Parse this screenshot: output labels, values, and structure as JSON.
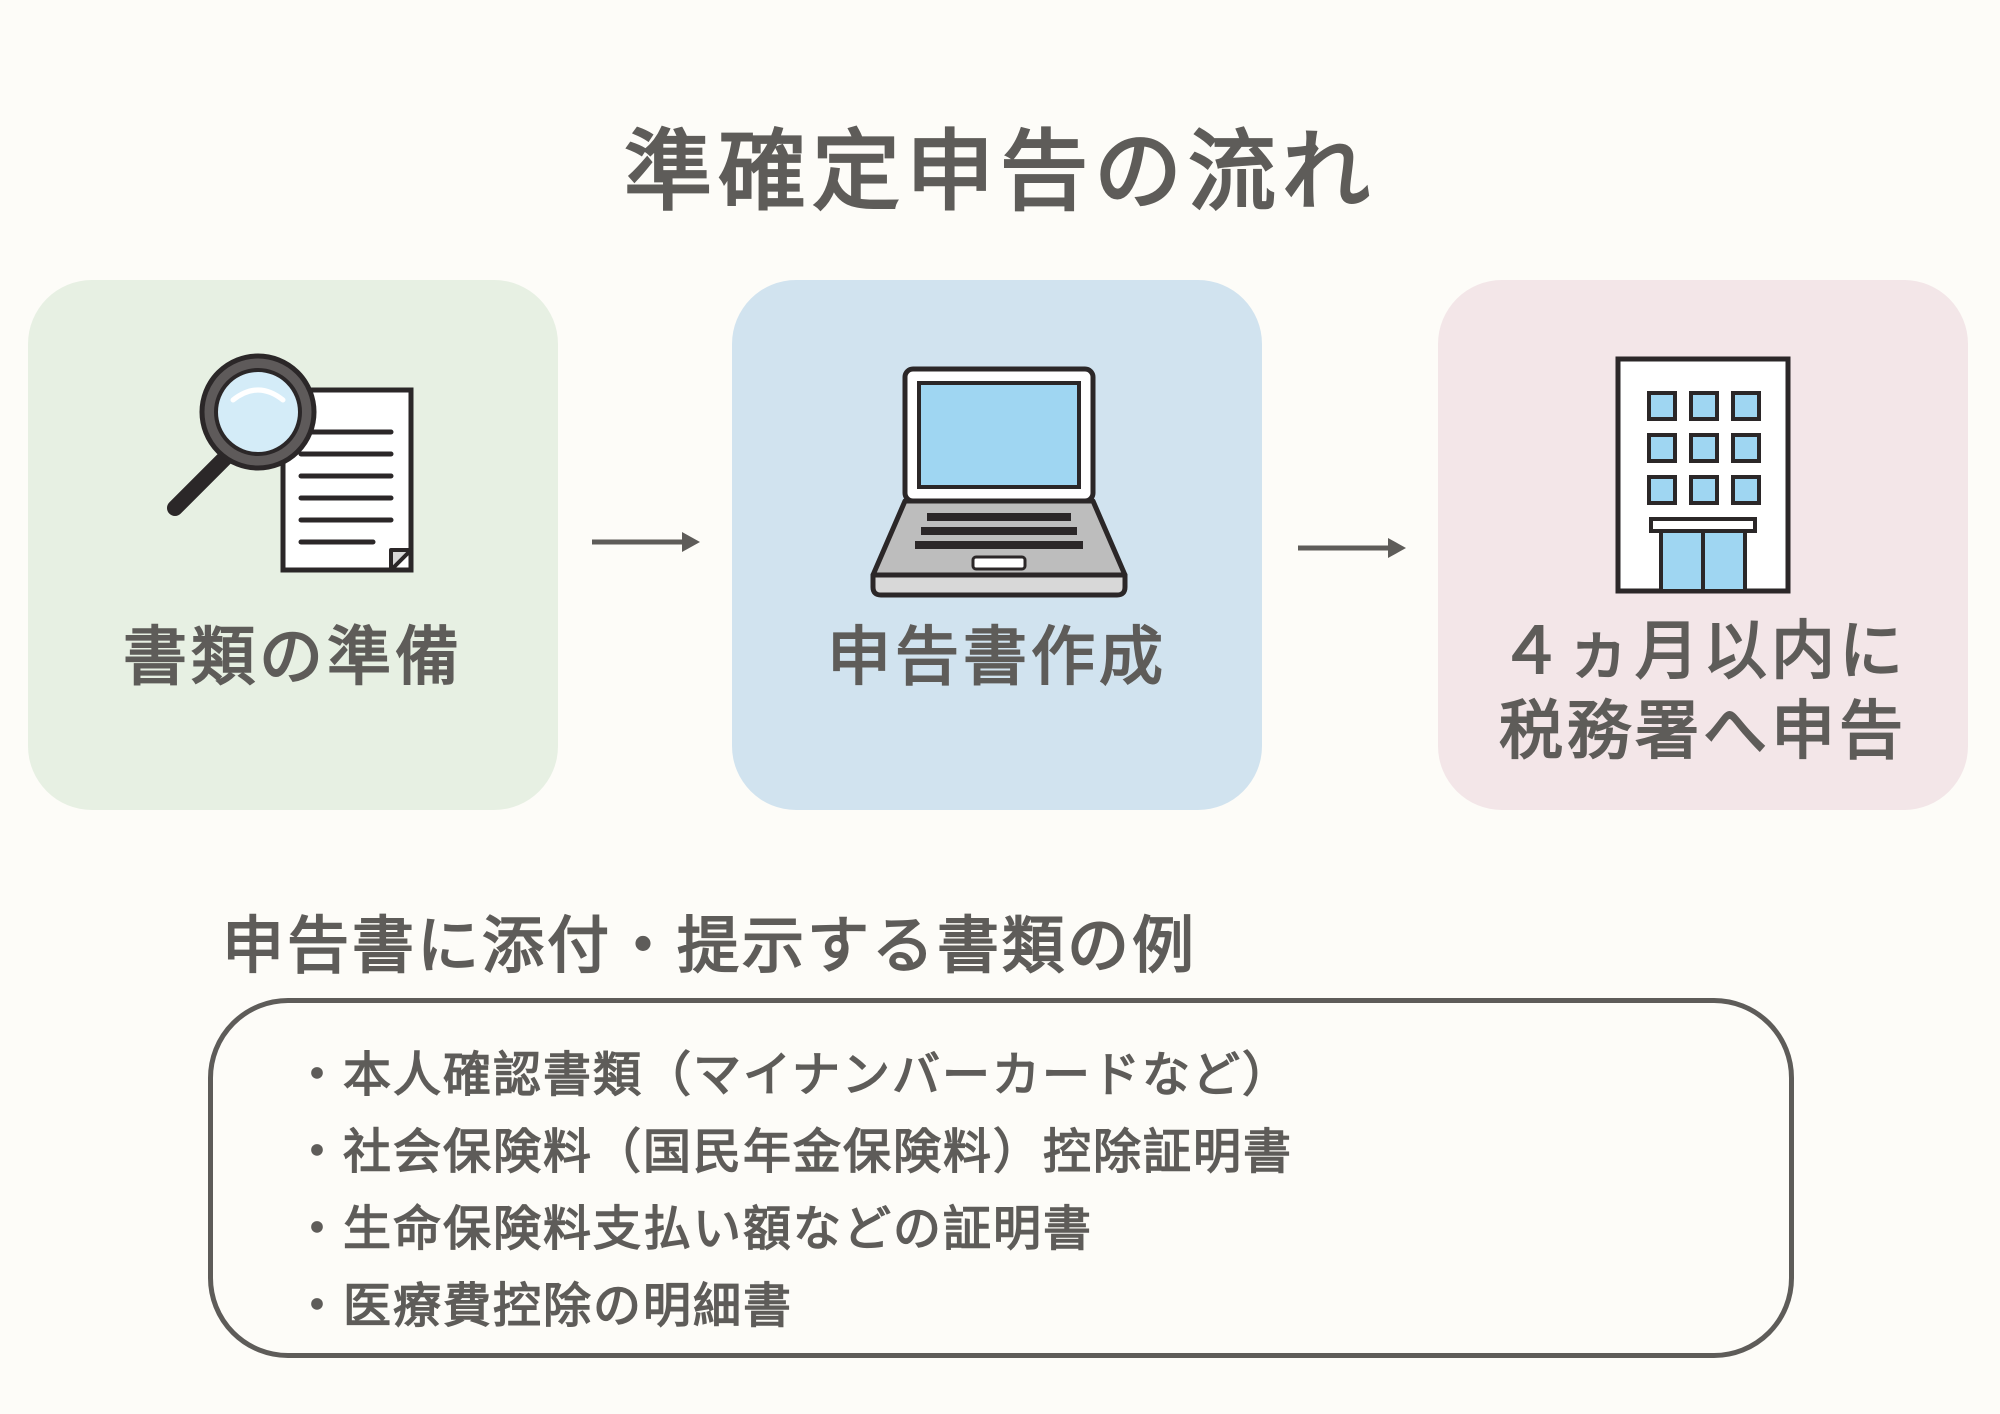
{
  "title": "準確定申告の流れ",
  "colors": {
    "text": "#5e5c59",
    "background": "#fdfcf8",
    "step1_bg": "#e7f0e3",
    "step2_bg": "#d1e3ef",
    "step3_bg": "#f3e6e8",
    "icon_blue": "#9fd6f2",
    "outline": "#2b2728"
  },
  "steps": [
    {
      "label_lines": [
        "書類の準備"
      ],
      "icon": "magnifier-document-icon"
    },
    {
      "label_lines": [
        "申告書作成"
      ],
      "icon": "laptop-icon"
    },
    {
      "label_lines": [
        "４ヵ月以内に",
        "税務署へ申告"
      ],
      "icon": "office-building-icon"
    }
  ],
  "documents": {
    "title": "申告書に添付・提示する書類の例",
    "items": [
      "・本人確認書類（マイナンバーカードなど）",
      "・社会保険料（国民年金保険料）控除証明書",
      "・生命保険料支払い額などの証明書",
      "・医療費控除の明細書"
    ]
  }
}
